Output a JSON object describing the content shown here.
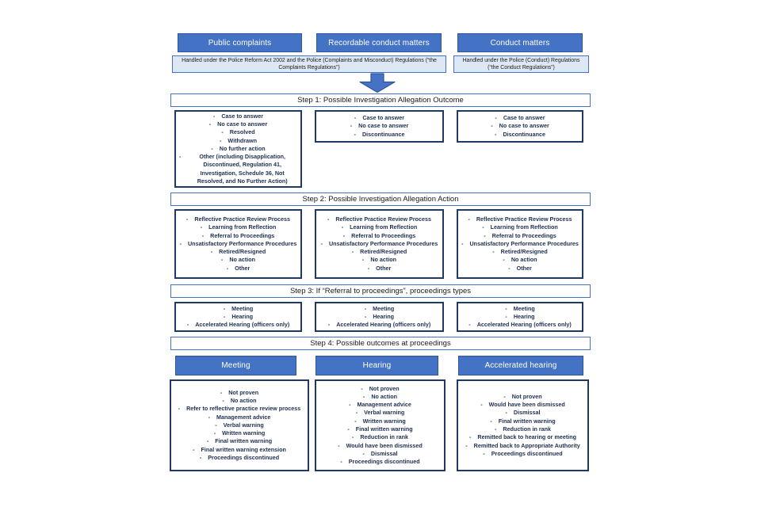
{
  "colors": {
    "accent_blue": "#4472C4",
    "accent_blue_dark": "#2F5597",
    "box_border_navy": "#1F3864",
    "light_blue_fill": "#DEE8F4",
    "item_text": "#1F3050",
    "background": "#FFFFFF"
  },
  "top_headers": [
    {
      "label": "Public complaints"
    },
    {
      "label": "Recordable conduct matters"
    },
    {
      "label": "Conduct matters"
    }
  ],
  "regulations": [
    {
      "text": "Handled under the Police Reform Act 2002 and the Police (Complaints and Misconduct) Regulations (“the Complaints Regulations”)"
    },
    {
      "text": "Handled under the Police (Conduct) Regulations (“the Conduct Regulations”)"
    }
  ],
  "arrow": {
    "icon": "down-block-arrow"
  },
  "step1": {
    "title": "Step 1: Possible Investigation Allegation Outcome",
    "columns": [
      {
        "items": [
          "Case to answer",
          "No case to answer",
          "Resolved",
          "Withdrawn",
          "No further action",
          "Other (including Disapplication, Discontinued, Regulation 41, Investigation, Schedule 36, Not Resolved, and No Further Action)"
        ]
      },
      {
        "items": [
          "Case to answer",
          "No case to answer",
          "Discontinuance"
        ]
      },
      {
        "items": [
          "Case to answer",
          "No case to answer",
          "Discontinuance"
        ]
      }
    ]
  },
  "step2": {
    "title": "Step 2: Possible Investigation Allegation Action",
    "columns": [
      {
        "items": [
          "Reflective Practice Review Process",
          "Learning from Reflection",
          "Referral to Proceedings",
          "Unsatisfactory Performance Procedures",
          "Retired/Resigned",
          "No action",
          "Other"
        ]
      },
      {
        "items": [
          "Reflective Practice Review Process",
          "Learning from Reflection",
          "Referral to Proceedings",
          "Unsatisfactory Performance Procedures",
          "Retired/Resigned",
          "No action",
          "Other"
        ]
      },
      {
        "items": [
          "Reflective Practice Review Process",
          "Learning from Reflection",
          "Referral to Proceedings",
          "Unsatisfactory Performance Procedures",
          "Retired/Resigned",
          "No action",
          "Other"
        ]
      }
    ]
  },
  "step3": {
    "title": "Step 3: If “Referral to proceedings”, proceedings types",
    "columns": [
      {
        "items": [
          "Meeting",
          "Hearing",
          "Accelerated Hearing (officers only)"
        ]
      },
      {
        "items": [
          "Meeting",
          "Hearing",
          "Accelerated Hearing (officers only)"
        ]
      },
      {
        "items": [
          "Meeting",
          "Hearing",
          "Accelerated Hearing (officers only)"
        ]
      }
    ]
  },
  "step4": {
    "title": "Step 4: Possible outcomes at proceedings",
    "columns": [
      {
        "header": "Meeting",
        "items": [
          "Not proven",
          "No action",
          "Refer to reflective practice review process",
          "Management advice",
          "Verbal warning",
          "Written warning",
          "Final written warning",
          "Final written warning extension",
          "Proceedings discontinued"
        ]
      },
      {
        "header": "Hearing",
        "items": [
          "Not proven",
          "No action",
          "Management advice",
          "Verbal warning",
          "Written warning",
          "Final written warning",
          "Reduction in rank",
          "Would have been dismissed",
          "Dismissal",
          "Proceedings discontinued"
        ]
      },
      {
        "header": "Accelerated hearing",
        "items": [
          "Not proven",
          "Would have been dismissed",
          "Dismissal",
          "Final written warning",
          "Reduction in rank",
          "Remitted back to hearing or meeting",
          "Remitted back to Appropriate Authority",
          "Proceedings discontinued"
        ]
      }
    ]
  }
}
